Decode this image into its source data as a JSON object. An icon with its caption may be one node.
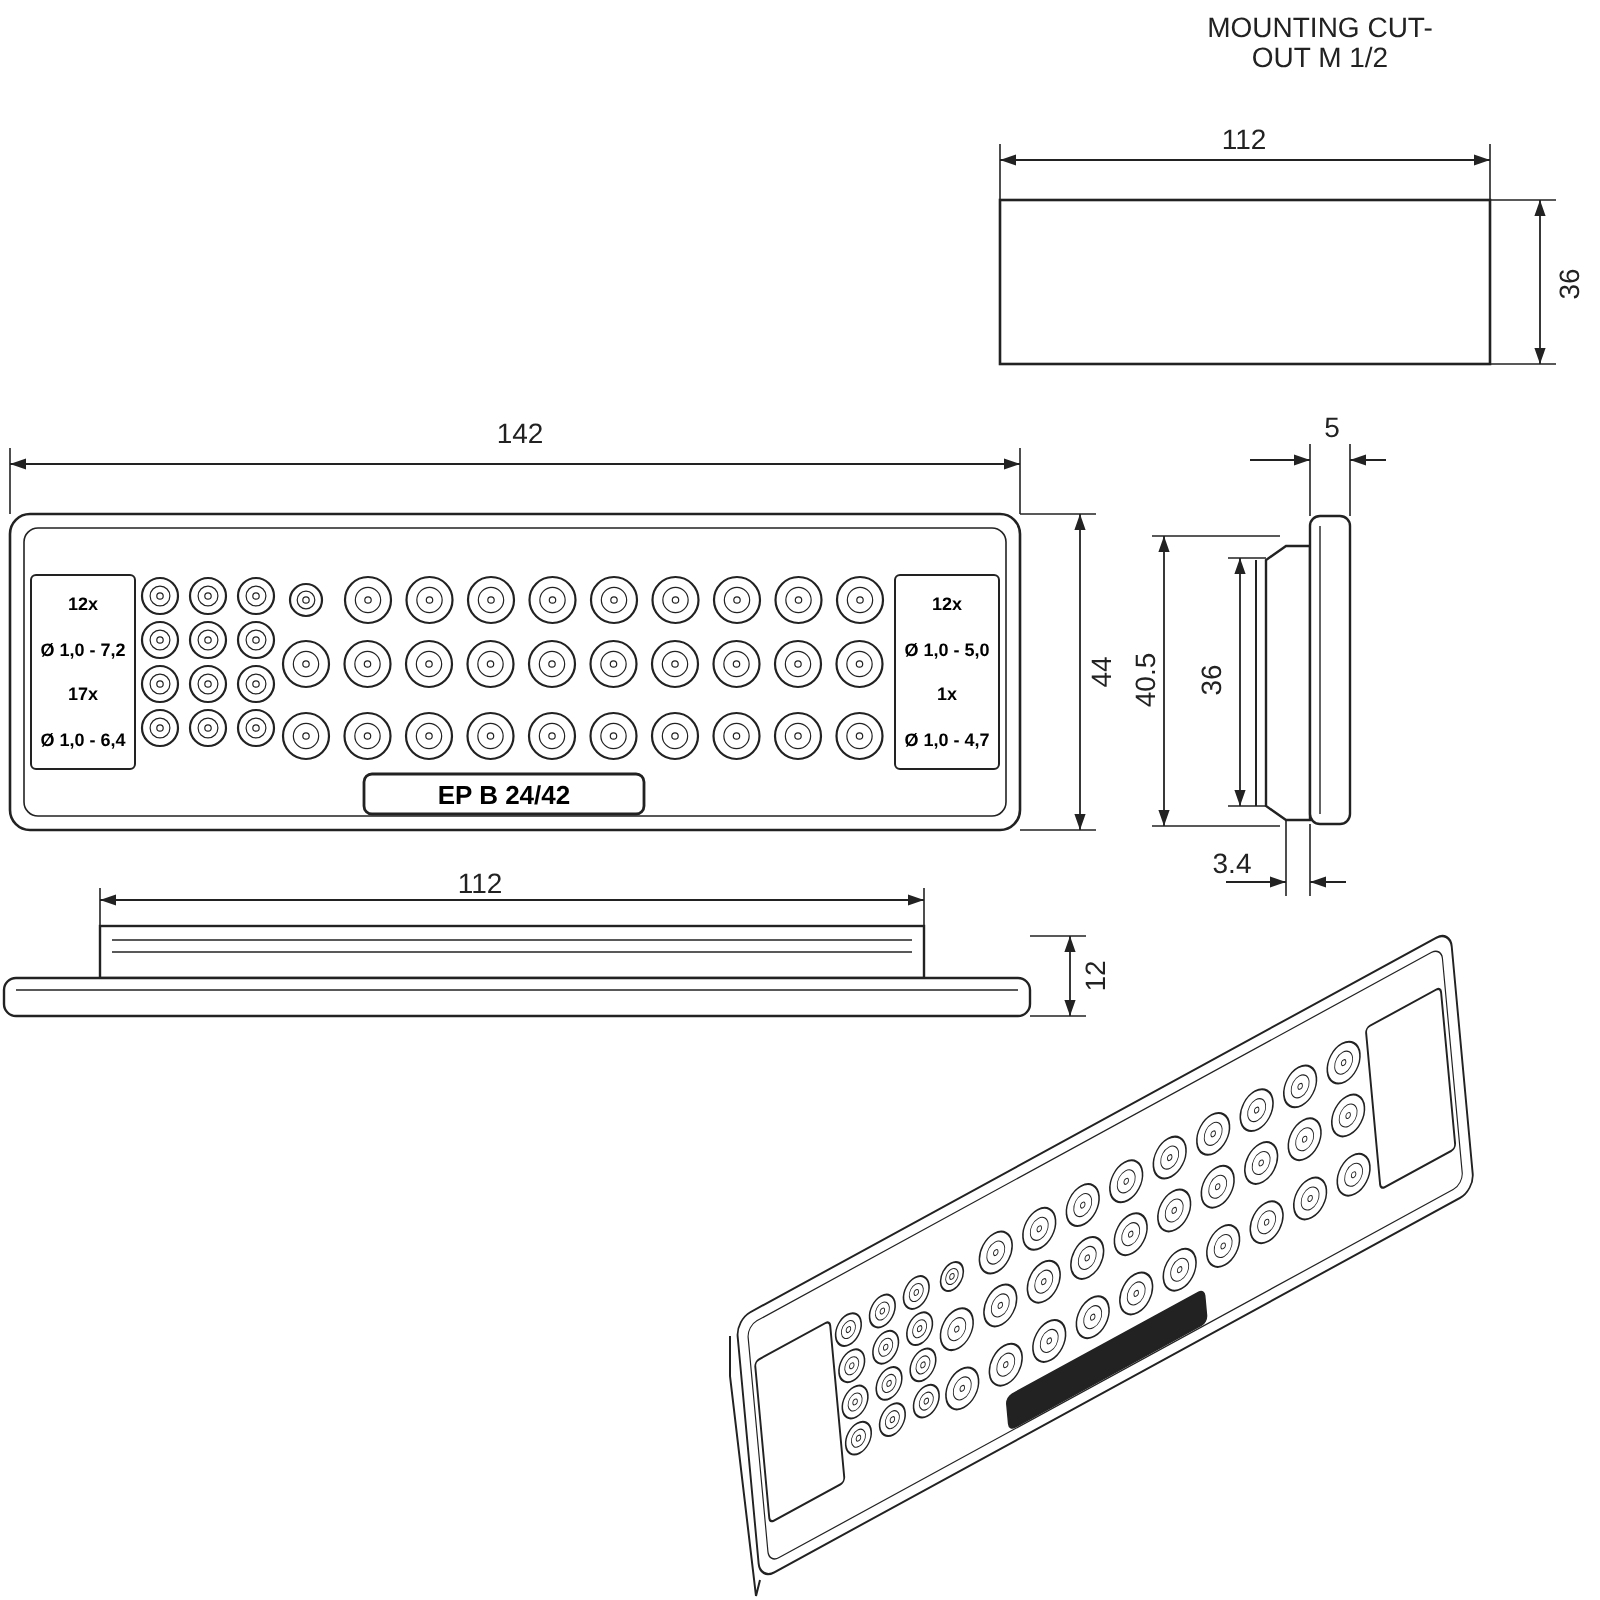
{
  "diagram": {
    "nodes": [
      {
        "text": [
          "12x",
          "Ø 1,0 - 7,2",
          "17x",
          "Ø 1,0 - 6,4"
        ]
      },
      {
        "text": [
          "12x",
          "Ø 1,0 - 5,0",
          "1x",
          "Ø 1,0 - 4,7"
        ]
      },
      {
        "text": [
          "EP B 24/42"
        ]
      }
    ],
    "edges": [],
    "labels": [
      "MOUNTING CUT-OUT M 1/2",
      "112",
      "36",
      "142",
      "5",
      "44",
      "40.5",
      "36",
      "112",
      "3.4",
      "12"
    ]
  }
}
